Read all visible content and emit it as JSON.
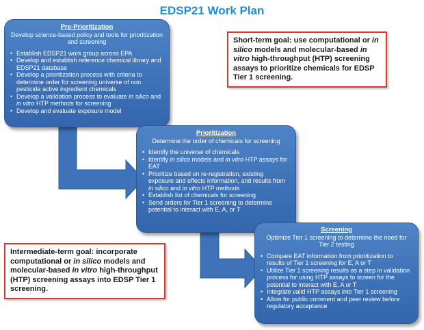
{
  "title": "EDSP21 Work Plan",
  "pre_prioritization": {
    "heading": "Pre-Prioritization",
    "subtitle": "Develop science-based policy and tools for prioritization and screening",
    "items": [
      "Establish EDSP21 work group across EPA",
      "Develop and establish reference chemical library and EDSP21 database",
      "Develop a prioritization process with criteria to determine order for screening universe of non pesticide active ingredient chemicals",
      "Develop a validation process to evaluate in silico and in vitro HTP methods for screening",
      "Develop and evaluate exposure model"
    ]
  },
  "prioritization": {
    "heading": "Prioritization",
    "subtitle": "Determine the order of chemicals for screening",
    "items": [
      "Identify the universe of  chemicals",
      "Identify in silico models and in vitro HTP assays for EAT",
      "Prioritize based on re-registration, existing exposure and effects information, and results from in silico and in vitro HTP methods",
      "Establish list of chemicals for screening",
      "Send orders for Tier 1 screening to determine potential to interact with E, A, or T"
    ]
  },
  "screening": {
    "heading": "Screening",
    "subtitle": "Optimize Tier 1 screening to determine the need for Tier 2 testing",
    "items": [
      "Compare EAT information from prioritization to results of Tier 1 screening for E, A or T",
      "Utilize Tier 1 screening results as a step in validation process for using HTP assays to screen for the potential to interact with E, A or T",
      "Integrate valid HTP assays into Tier 1 screening",
      "Allow for public comment and peer review before regulatory acceptance"
    ]
  },
  "short_term_goal": {
    "label": "Short-term goal:",
    "text": "use computational or in silico models and molecular-based in vitro high-throughput (HTP) screening assays to prioritize chemicals for EDSP Tier 1 screening."
  },
  "intermediate_term_goal": {
    "label": "Intermediate-term goal:",
    "text": "incorporate computational or in silico models and molecular-based in vitro high-throughput (HTP) screening assays into EDSP Tier 1 screening."
  },
  "colors": {
    "title": "#1f8fd6",
    "box_fill": "#3d72b8",
    "arrow_fill": "#3e73b9",
    "goal_border": "#d53a34"
  }
}
